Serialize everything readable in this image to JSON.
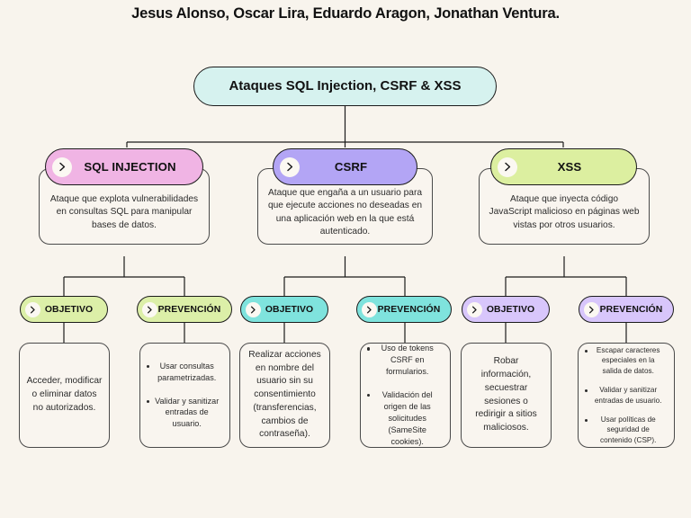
{
  "page": {
    "title": "Jesus Alonso, Oscar Lira, Eduardo Aragon, Jonathan Ventura.",
    "background_color": "#f8f4ed"
  },
  "root": {
    "label": "Ataques SQL Injection, CSRF & XSS",
    "color": "#d6f2ef",
    "icon": "none"
  },
  "branches": [
    {
      "id": "sql-injection",
      "label": "SQL INJECTION",
      "color": "#f0b4e4",
      "icon": "chevron-right-icon",
      "description": "Ataque que explota vulnerabilidades en consultas SQL para manipular bases de datos.",
      "children": [
        {
          "id": "sql-objetivo",
          "label": "OBJETIVO",
          "color": "#dcefa8",
          "icon": "chevron-right-icon",
          "body_type": "paragraph",
          "paragraph": "Acceder, modificar o eliminar datos no autorizados."
        },
        {
          "id": "sql-prevencion",
          "label": "PREVENCIÓN",
          "color": "#dcefa8",
          "icon": "chevron-right-icon",
          "body_type": "bullets",
          "bullets": [
            "Usar consultas parametrizadas.",
            "Validar y sanitizar entradas de usuario."
          ]
        }
      ]
    },
    {
      "id": "csrf",
      "label": "CSRF",
      "color": "#b3a5f5",
      "icon": "chevron-right-icon",
      "description": "Ataque que engaña a un usuario para que ejecute acciones no deseadas en una aplicación web en la que está autenticado.",
      "children": [
        {
          "id": "csrf-objetivo",
          "label": "OBJETIVO",
          "color": "#7fe3dd",
          "icon": "chevron-right-icon",
          "body_type": "paragraph",
          "paragraph": "Realizar acciones en nombre del usuario sin su consentimiento (transferencias, cambios de contraseña)."
        },
        {
          "id": "csrf-prevencion",
          "label": "PREVENCIÓN",
          "color": "#7fe3dd",
          "icon": "chevron-right-icon",
          "body_type": "bullets",
          "bullets": [
            "Uso de tokens CSRF en formularios.",
            "Validación del origen de las solicitudes (SameSite cookies)."
          ]
        }
      ]
    },
    {
      "id": "xss",
      "label": "XSS",
      "color": "#dcefa0",
      "icon": "chevron-right-icon",
      "description": "Ataque que inyecta código JavaScript malicioso en páginas web vistas por otros usuarios.",
      "children": [
        {
          "id": "xss-objetivo",
          "label": "OBJETIVO",
          "color": "#d8c6fb",
          "icon": "chevron-right-icon",
          "body_type": "paragraph",
          "paragraph": "Robar información, secuestrar sesiones o redirigir a sitios maliciosos."
        },
        {
          "id": "xss-prevencion",
          "label": "PREVENCIÓN",
          "color": "#d8c6fb",
          "icon": "chevron-right-icon",
          "body_type": "bullets",
          "bullets": [
            "Escapar caracteres especiales en la salida de datos.",
            "Validar y sanitizar entradas de usuario.",
            "Usar políticas de seguridad de contenido (CSP)."
          ]
        }
      ]
    }
  ],
  "connectors": {
    "line_color": "#1b1b1b",
    "style": "orthogonal"
  }
}
